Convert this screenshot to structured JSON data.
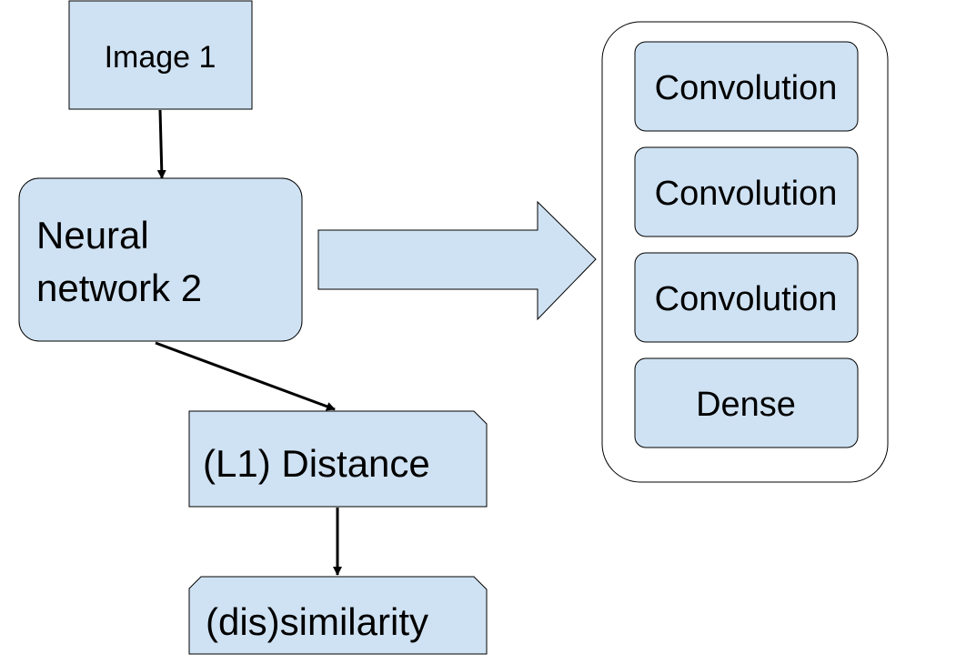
{
  "colors": {
    "box_fill": "#cfe2f3",
    "stroke": "#000000",
    "background": "#ffffff"
  },
  "nodes": {
    "image": "Image 1",
    "network": {
      "line1": "Neural",
      "line2": "network 2"
    },
    "distance": "(L1) Distance",
    "similarity": "(dis)similarity"
  },
  "layers": [
    "Convolution",
    "Convolution",
    "Convolution",
    "Dense"
  ]
}
